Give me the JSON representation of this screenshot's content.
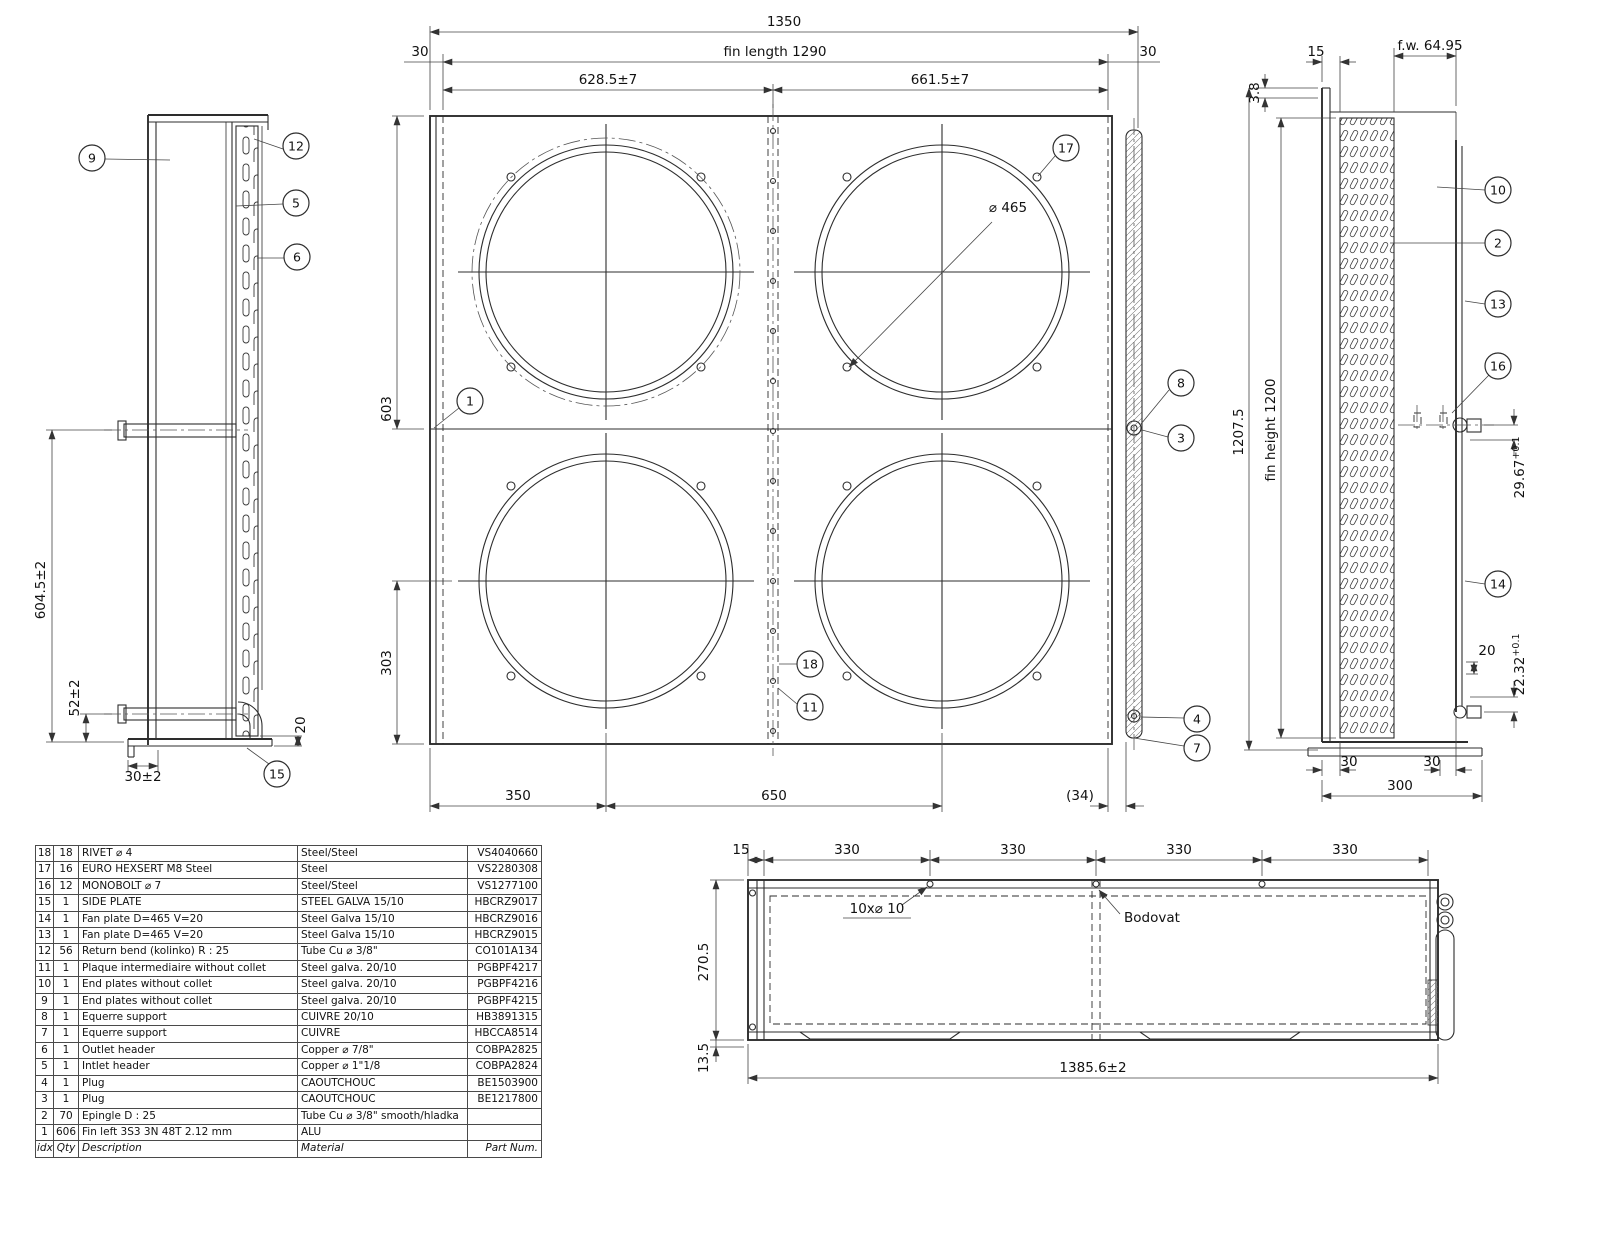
{
  "drawing": {
    "front": {
      "dims": {
        "total_width": "1350",
        "fin_length": "fin length 1290",
        "margin_left": "30",
        "margin_right": "30",
        "span_left": "628.5±7",
        "span_right": "661.5±7",
        "height_603": "603",
        "height_303": "303",
        "bottom_350": "350",
        "bottom_650": "650",
        "bottom_34": "(34)",
        "fan_dia": "⌀ 465"
      },
      "balloons": {
        "b1": "1",
        "b3": "3",
        "b4": "4",
        "b7": "7",
        "b8": "8",
        "b11": "11",
        "b17": "17",
        "b18": "18"
      }
    },
    "left": {
      "dims": {
        "height_604": "604.5±2",
        "height_52": "52±2",
        "width_30": "30±2",
        "depth_20": "20"
      },
      "balloons": {
        "b5": "5",
        "b6": "6",
        "b9": "9",
        "b12": "12",
        "b15": "15"
      }
    },
    "right": {
      "dims": {
        "top_15": "15",
        "fw": "f.w. 64.95",
        "top_38": "3.8",
        "height_1207": "1207.5",
        "fin_height": "fin height 1200",
        "r_2967": "29.67",
        "r_2967_tol": "+0.1",
        "r_2232": "22.32",
        "r_2232_tol": "+0.1",
        "r_20": "20",
        "bottom_30l": "30",
        "bottom_30r": "30",
        "bottom_300": "300"
      },
      "balloons": {
        "b2": "2",
        "b10": "10",
        "b13": "13",
        "b14": "14",
        "b16": "16"
      }
    },
    "top": {
      "dims": {
        "t15": "15",
        "t330a": "330",
        "t330b": "330",
        "t330c": "330",
        "t330d": "330",
        "l270": "270.5",
        "l135": "13.5",
        "b1385": "1385.6±2"
      },
      "labels": {
        "holes": "10x⌀ 10",
        "bodovat": "Bodovat"
      }
    }
  },
  "bom": {
    "footer": {
      "idx": "idx",
      "qty": "Qty",
      "description": "Description",
      "material": "Material",
      "part": "Part Num."
    },
    "rows": [
      {
        "idx": "18",
        "qty": "18",
        "description": "RIVET  ⌀ 4",
        "material": "Steel/Steel",
        "part": "VS4040660"
      },
      {
        "idx": "17",
        "qty": "16",
        "description": "EURO HEXSERT M8 Steel",
        "material": "Steel",
        "part": "VS2280308"
      },
      {
        "idx": "16",
        "qty": "12",
        "description": "MONOBOLT ⌀ 7",
        "material": "Steel/Steel",
        "part": "VS1277100"
      },
      {
        "idx": "15",
        "qty": "1",
        "description": "SIDE PLATE",
        "material": "STEEL GALVA 15/10",
        "part": "HBCRZ9017"
      },
      {
        "idx": "14",
        "qty": "1",
        "description": "Fan plate D=465 V=20",
        "material": "Steel Galva 15/10",
        "part": "HBCRZ9016"
      },
      {
        "idx": "13",
        "qty": "1",
        "description": "Fan plate D=465 V=20",
        "material": "Steel Galva 15/10",
        "part": "HBCRZ9015"
      },
      {
        "idx": "12",
        "qty": "56",
        "description": "Return bend (kolinko) R : 25",
        "material": "Tube Cu  ⌀ 3/8\"",
        "part": "CO101A134"
      },
      {
        "idx": "11",
        "qty": "1",
        "description": "Plaque intermediaire without collet",
        "material": "Steel galva. 20/10",
        "part": "PGBPF4217"
      },
      {
        "idx": "10",
        "qty": "1",
        "description": "End plates without collet",
        "material": "Steel galva. 20/10",
        "part": "PGBPF4216"
      },
      {
        "idx": "9",
        "qty": "1",
        "description": "End plates without collet",
        "material": "Steel galva. 20/10",
        "part": "PGBPF4215"
      },
      {
        "idx": "8",
        "qty": "1",
        "description": "Equerre support",
        "material": "CUIVRE 20/10",
        "part": "HB3891315"
      },
      {
        "idx": "7",
        "qty": "1",
        "description": "Equerre support",
        "material": "CUIVRE",
        "part": "HBCCA8514"
      },
      {
        "idx": "6",
        "qty": "1",
        "description": "Outlet header",
        "material": "Copper  ⌀ 7/8\"",
        "part": "COBPA2825"
      },
      {
        "idx": "5",
        "qty": "1",
        "description": "Intlet header",
        "material": "Copper  ⌀ 1\"1/8",
        "part": "COBPA2824"
      },
      {
        "idx": "4",
        "qty": "1",
        "description": "Plug",
        "material": "CAOUTCHOUC",
        "part": "BE1503900"
      },
      {
        "idx": "3",
        "qty": "1",
        "description": "Plug",
        "material": "CAOUTCHOUC",
        "part": "BE1217800"
      },
      {
        "idx": "2",
        "qty": "70",
        "description": "Epingle D : 25",
        "material": "Tube Cu ⌀ 3/8\" smooth/hladka",
        "part": ""
      },
      {
        "idx": "1",
        "qty": "606",
        "description": "Fin left 3S3 3N 48T 2.12 mm",
        "material": "ALU",
        "part": ""
      }
    ]
  }
}
